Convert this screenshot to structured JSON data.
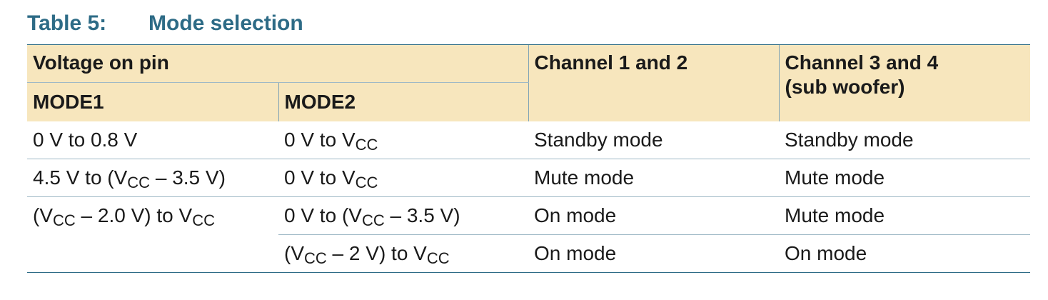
{
  "caption": {
    "number": "Table 5:",
    "title": "Mode selection"
  },
  "header": {
    "voltage_on_pin": "Voltage on pin",
    "mode1": "MODE1",
    "mode2": "MODE2",
    "ch12": "Channel 1 and 2",
    "ch34_line1": "Channel 3 and 4",
    "ch34_line2": "(sub woofer)"
  },
  "rows": [
    {
      "mode1": {
        "pre": "0 V to 0.8 V"
      },
      "mode2": {
        "pre": "0 V to V",
        "sub": "CC",
        "post": ""
      },
      "ch12": "Standby mode",
      "ch34": "Standby mode"
    },
    {
      "mode1": {
        "pre": "4.5 V to (V",
        "sub": "CC",
        "post": " – 3.5 V)"
      },
      "mode2": {
        "pre": "0 V to V",
        "sub": "CC",
        "post": ""
      },
      "ch12": "Mute mode",
      "ch34": "Mute mode"
    },
    {
      "mode1": {
        "pre": "(V",
        "sub": "CC",
        "mid": " – 2.0 V) to V",
        "sub2": "CC"
      },
      "mode2": {
        "pre": "0 V to (V",
        "sub": "CC",
        "post": " – 3.5 V)"
      },
      "ch12": "On mode",
      "ch34": "Mute mode"
    },
    {
      "mode2": {
        "pre": "(V",
        "sub": "CC",
        "mid": " – 2 V) to V",
        "sub2": "CC"
      },
      "ch12": "On mode",
      "ch34": "On mode"
    }
  ],
  "colors": {
    "caption": "#2d6b86",
    "header_bg": "#f7e6bd",
    "rule": "#9fb9c6"
  }
}
